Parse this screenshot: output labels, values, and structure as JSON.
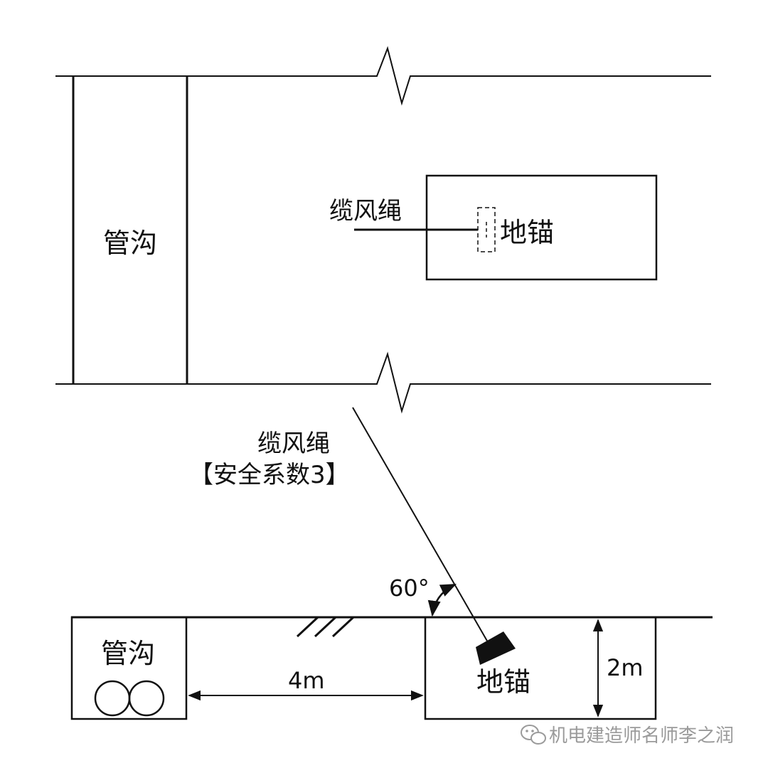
{
  "plan_view": {
    "trench_label": "管沟",
    "guy_rope_label": "缆风绳",
    "anchor_label": "地锚"
  },
  "section_view": {
    "guy_rope_label": "缆风绳",
    "safety_factor_label": "【安全系数3】",
    "angle_label": "60°",
    "trench_label": "管沟",
    "distance_label": "4m",
    "depth_label": "2m",
    "anchor_label": "地锚"
  },
  "watermark": {
    "text": "机电建造师名师李之润",
    "icon": "wechat-icon"
  },
  "colors": {
    "line": "#111111",
    "watermark": "#9a9a9a"
  }
}
